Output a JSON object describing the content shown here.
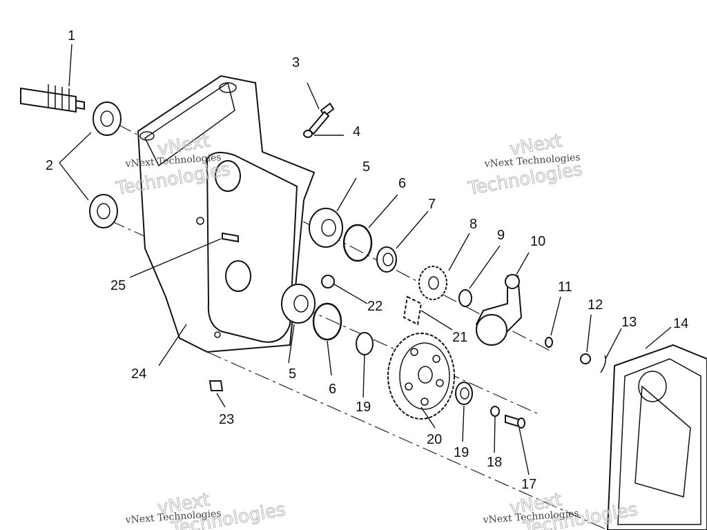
{
  "diagram": {
    "callouts": [
      {
        "id": "c1",
        "label": "1"
      },
      {
        "id": "c2",
        "label": "2"
      },
      {
        "id": "c3",
        "label": "3"
      },
      {
        "id": "c4",
        "label": "4"
      },
      {
        "id": "c5a",
        "label": "5"
      },
      {
        "id": "c5b",
        "label": "5"
      },
      {
        "id": "c6a",
        "label": "6"
      },
      {
        "id": "c6b",
        "label": "6"
      },
      {
        "id": "c7",
        "label": "7"
      },
      {
        "id": "c8",
        "label": "8"
      },
      {
        "id": "c9",
        "label": "9"
      },
      {
        "id": "c10",
        "label": "10"
      },
      {
        "id": "c11",
        "label": "11"
      },
      {
        "id": "c12",
        "label": "12"
      },
      {
        "id": "c13",
        "label": "13"
      },
      {
        "id": "c14",
        "label": "14"
      },
      {
        "id": "c17",
        "label": "17"
      },
      {
        "id": "c18",
        "label": "18"
      },
      {
        "id": "c19a",
        "label": "19"
      },
      {
        "id": "c19b",
        "label": "19"
      },
      {
        "id": "c20",
        "label": "20"
      },
      {
        "id": "c21",
        "label": "21"
      },
      {
        "id": "c22",
        "label": "22"
      },
      {
        "id": "c23",
        "label": "23"
      },
      {
        "id": "c24",
        "label": "24"
      },
      {
        "id": "c25",
        "label": "25"
      }
    ],
    "watermark": {
      "line1": "vNext",
      "line2": "Technologies",
      "small": "vNext Technologies"
    }
  }
}
